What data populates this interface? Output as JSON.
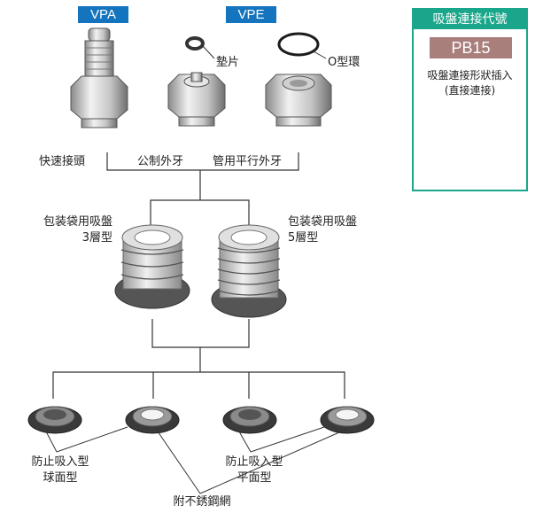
{
  "connectors": {
    "vpa_badge": "VPA",
    "vpe_badge": "VPE",
    "washer_label": "墊片",
    "oring_label": "O型環",
    "quick_fitting_label": "快速接頭",
    "male_thread_label": "公制外牙",
    "parallel_pipe_thread_label": "管用平行外牙"
  },
  "bellows_cups": {
    "three_layer": {
      "line1": "包装袋用吸盤",
      "line2": "3層型"
    },
    "five_layer": {
      "line1": "包装袋用吸盤",
      "line2": "5層型"
    }
  },
  "anti_suction": {
    "spherical": {
      "line1": "防止吸入型",
      "line2": "球面型"
    },
    "flat": {
      "line1": "防止吸入型",
      "line2": "平面型"
    },
    "mesh_label": "附不銹鋼網"
  },
  "code_panel": {
    "title": "吸盤連接代號",
    "code": "PB15",
    "desc_line1": "吸盤連接形狀插入",
    "desc_line2": "(直接連接)"
  },
  "colors": {
    "badge_blue": "#1474bd",
    "panel_teal": "#1aa68a",
    "code_rose": "#a97f7c"
  }
}
